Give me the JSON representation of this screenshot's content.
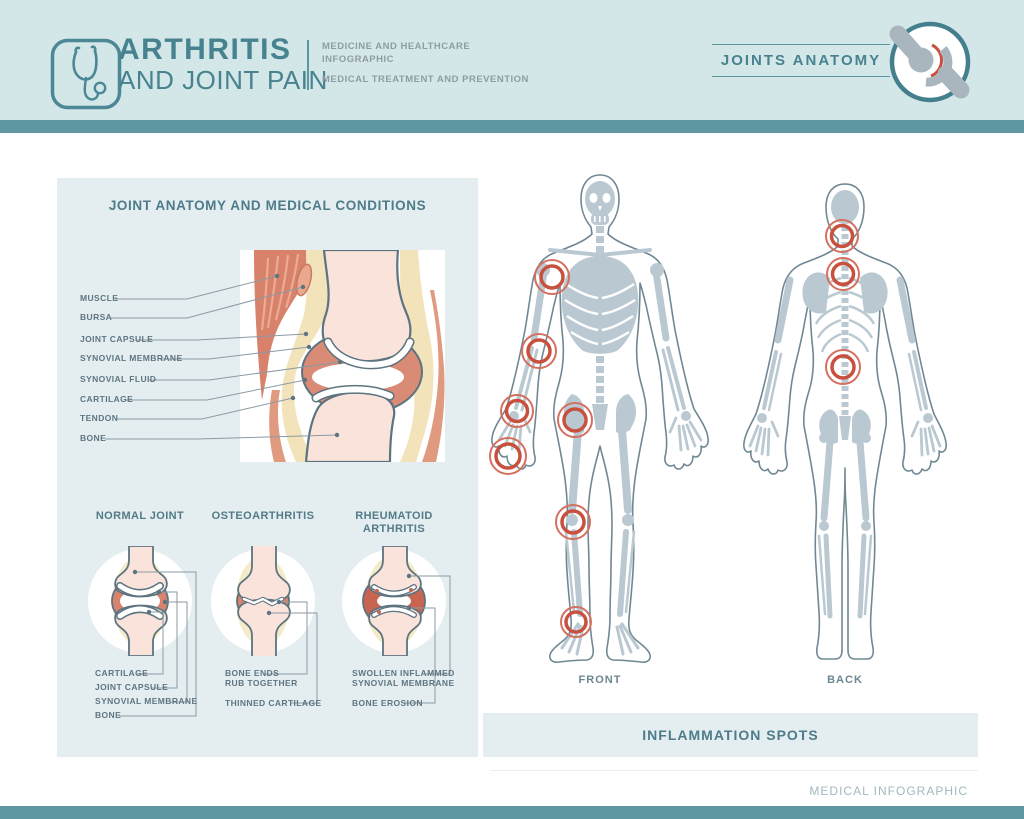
{
  "header": {
    "title_line1": "ARTHRITIS",
    "title_line2": "AND JOINT PAIN",
    "tagline_line1": "MEDICINE AND HEALTHCARE",
    "tagline_line2": "INFOGRAPHIC",
    "tagline_line3": "MEDICAL TREATMENT AND PREVENTION",
    "badge": "JOINTS ANATOMY"
  },
  "anatomy_panel": {
    "title": "JOINT ANATOMY AND MEDICAL CONDITIONS",
    "labels": [
      "MUSCLE",
      "BURSA",
      "JOINT CAPSULE",
      "SYNOVIAL MEMBRANE",
      "SYNOVIAL FLUID",
      "CARTILAGE",
      "TENDON",
      "BONE"
    ]
  },
  "conditions": {
    "normal": {
      "title": "NORMAL JOINT",
      "label1": "CARTILAGE",
      "label2": "JOINT CAPSULE",
      "label3": "SYNOVIAL MEMBRANE",
      "label4": "BONE"
    },
    "osteo": {
      "title": "OSTEOARTHRITIS",
      "label1a": "BONE ENDS",
      "label1b": "RUB TOGETHER",
      "label2": "THINNED CARTILAGE"
    },
    "ra": {
      "title_line1": "RHEUMATOID",
      "title_line2": "ARTHRITIS",
      "label1a": "SWOLLEN INFLAMMED",
      "label1b": "SYNOVIAL MEMBRANE",
      "label2": "BONE EROSION"
    }
  },
  "body_map": {
    "front": "FRONT",
    "back": "BACK",
    "caption": "INFLAMMATION SPOTS"
  },
  "footer": {
    "credit": "MEDICAL INFOGRAPHIC"
  },
  "colors": {
    "accent_teal": "#47828F",
    "band_teal": "#D3E7E8",
    "bar_teal": "#5E96A2",
    "panel_bg": "#E4EEF0",
    "inflammation_red": "#C8503F",
    "skeleton_gray": "#BAC9D1",
    "bone_peach": "#FAE3DA",
    "muscle_salmon": "#D8816B",
    "tendon_yellow": "#F2E3BA",
    "membrane_pink": "#D8836C"
  }
}
